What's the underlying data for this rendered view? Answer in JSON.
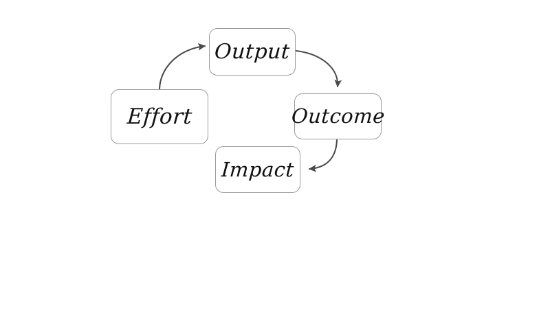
{
  "diagram": {
    "type": "cycle-flow",
    "background_color": "#ffffff",
    "node_border_color": "#9a9a9a",
    "node_fill_color": "#ffffff",
    "edge_color": "#4a4a4a",
    "text_color": "#101010",
    "nodes": [
      {
        "id": "effort",
        "label": "Effort"
      },
      {
        "id": "output",
        "label": "Output"
      },
      {
        "id": "outcome",
        "label": "Outcome"
      },
      {
        "id": "impact",
        "label": "Impact"
      }
    ],
    "edges": [
      {
        "from": "effort",
        "to": "output"
      },
      {
        "from": "output",
        "to": "outcome"
      },
      {
        "from": "outcome",
        "to": "impact"
      }
    ]
  }
}
